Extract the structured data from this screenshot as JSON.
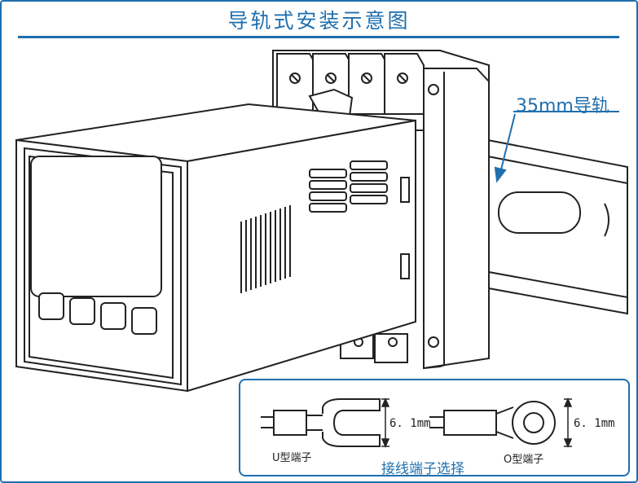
{
  "title": "导轨式安装示意图",
  "rail_label": "35mm导轨",
  "terminal_u": {
    "caption": "U型端子",
    "dimension": "6. 1mm"
  },
  "terminal_o": {
    "caption": "O型端子",
    "dimension": "6. 1mm"
  },
  "selection_title": "接线端子选择",
  "colors": {
    "accent": "#1f6fae",
    "line": "#222222"
  }
}
